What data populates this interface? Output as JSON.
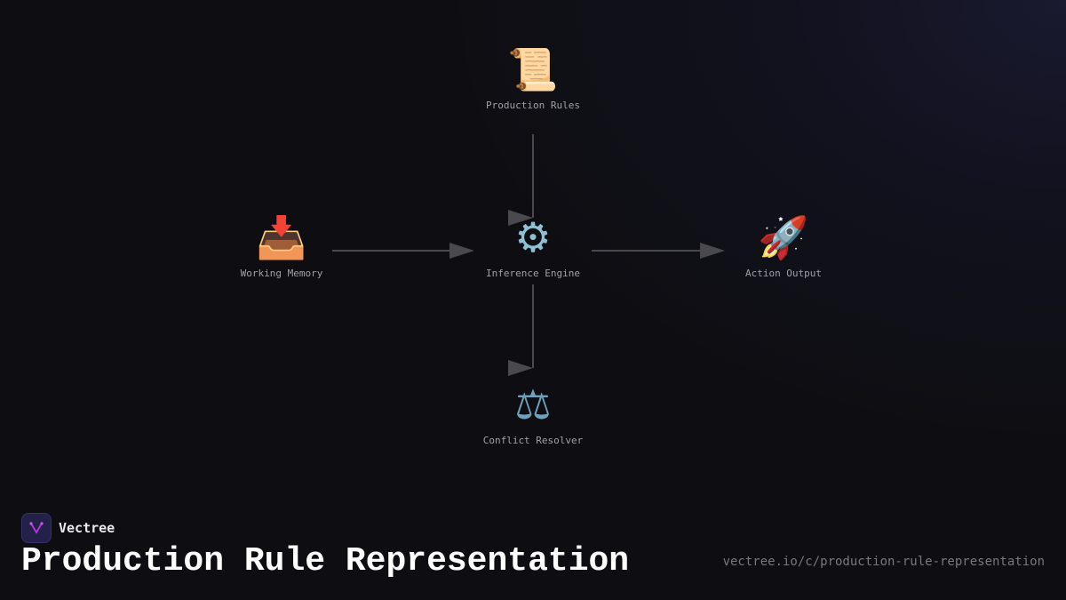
{
  "nodes": {
    "production_rules": {
      "label": "Production Rules",
      "icon": "scroll-icon",
      "glyph": "📜"
    },
    "working_memory": {
      "label": "Working Memory",
      "icon": "inbox-tray-icon",
      "glyph": "📥"
    },
    "inference_engine": {
      "label": "Inference Engine",
      "icon": "gear-icon",
      "glyph": "⚙"
    },
    "action_output": {
      "label": "Action Output",
      "icon": "rocket-icon",
      "glyph": "🚀"
    },
    "conflict_resolver": {
      "label": "Conflict Resolver",
      "icon": "balance-scale-icon",
      "glyph": "⚖"
    }
  },
  "edges": [
    {
      "from": "Production Rules",
      "to": "Inference Engine"
    },
    {
      "from": "Working Memory",
      "to": "Inference Engine"
    },
    {
      "from": "Inference Engine",
      "to": "Action Output"
    },
    {
      "from": "Inference Engine",
      "to": "Conflict Resolver"
    }
  ],
  "footer": {
    "brand": "Vectree",
    "title": "Production Rule Representation",
    "url": "vectree.io/c/production-rule-representation"
  },
  "colors": {
    "edge": "#4a4a4e",
    "logo_accent": "#b43ad8"
  }
}
